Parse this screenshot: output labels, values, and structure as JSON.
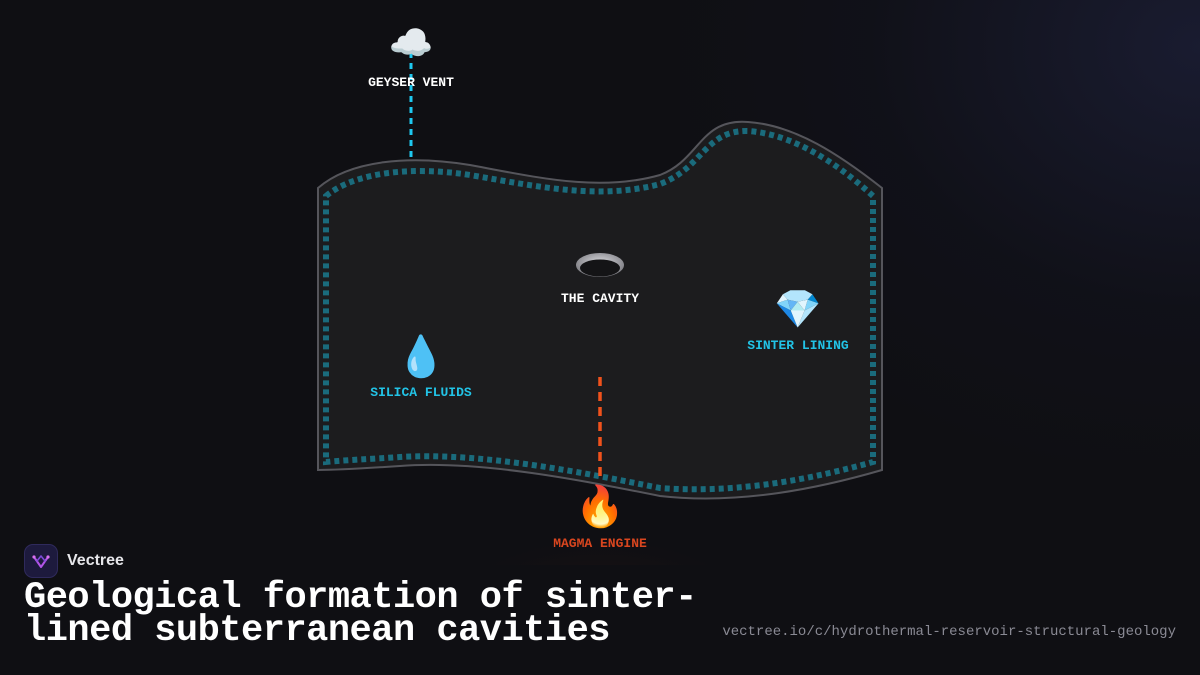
{
  "brand": {
    "name": "Vectree"
  },
  "title": "Geological formation of sinter-lined subterranean cavities",
  "url": "vectree.io/c/hydrothermal-reservoir-structural-geology",
  "diagram": {
    "nodes": {
      "geyser_vent": {
        "label": "GEYSER VENT",
        "icon": "cloud-icon",
        "emoji": "☁️",
        "color": "#ffffff"
      },
      "the_cavity": {
        "label": "THE CAVITY",
        "icon": "hole-icon",
        "color": "#ffffff"
      },
      "sinter_lining": {
        "label": "SINTER LINING",
        "icon": "gem-icon",
        "emoji": "💎",
        "color": "#22c3e6"
      },
      "silica_fluids": {
        "label": "SILICA FLUIDS",
        "icon": "droplet-icon",
        "emoji": "💧",
        "color": "#22c3e6"
      },
      "magma_engine": {
        "label": "MAGMA ENGINE",
        "icon": "fire-icon",
        "emoji": "🔥",
        "color": "#d9461f"
      }
    },
    "connectors": {
      "vent_line_color": "#1ec8f0",
      "magma_line_color": "#f0521c"
    },
    "colors": {
      "cavity_fill": "#1c1c1e",
      "cavity_outline": "#5a5a60",
      "sinter_dashes": "#1a6b7c",
      "magma_glow": "#b8330f"
    }
  }
}
